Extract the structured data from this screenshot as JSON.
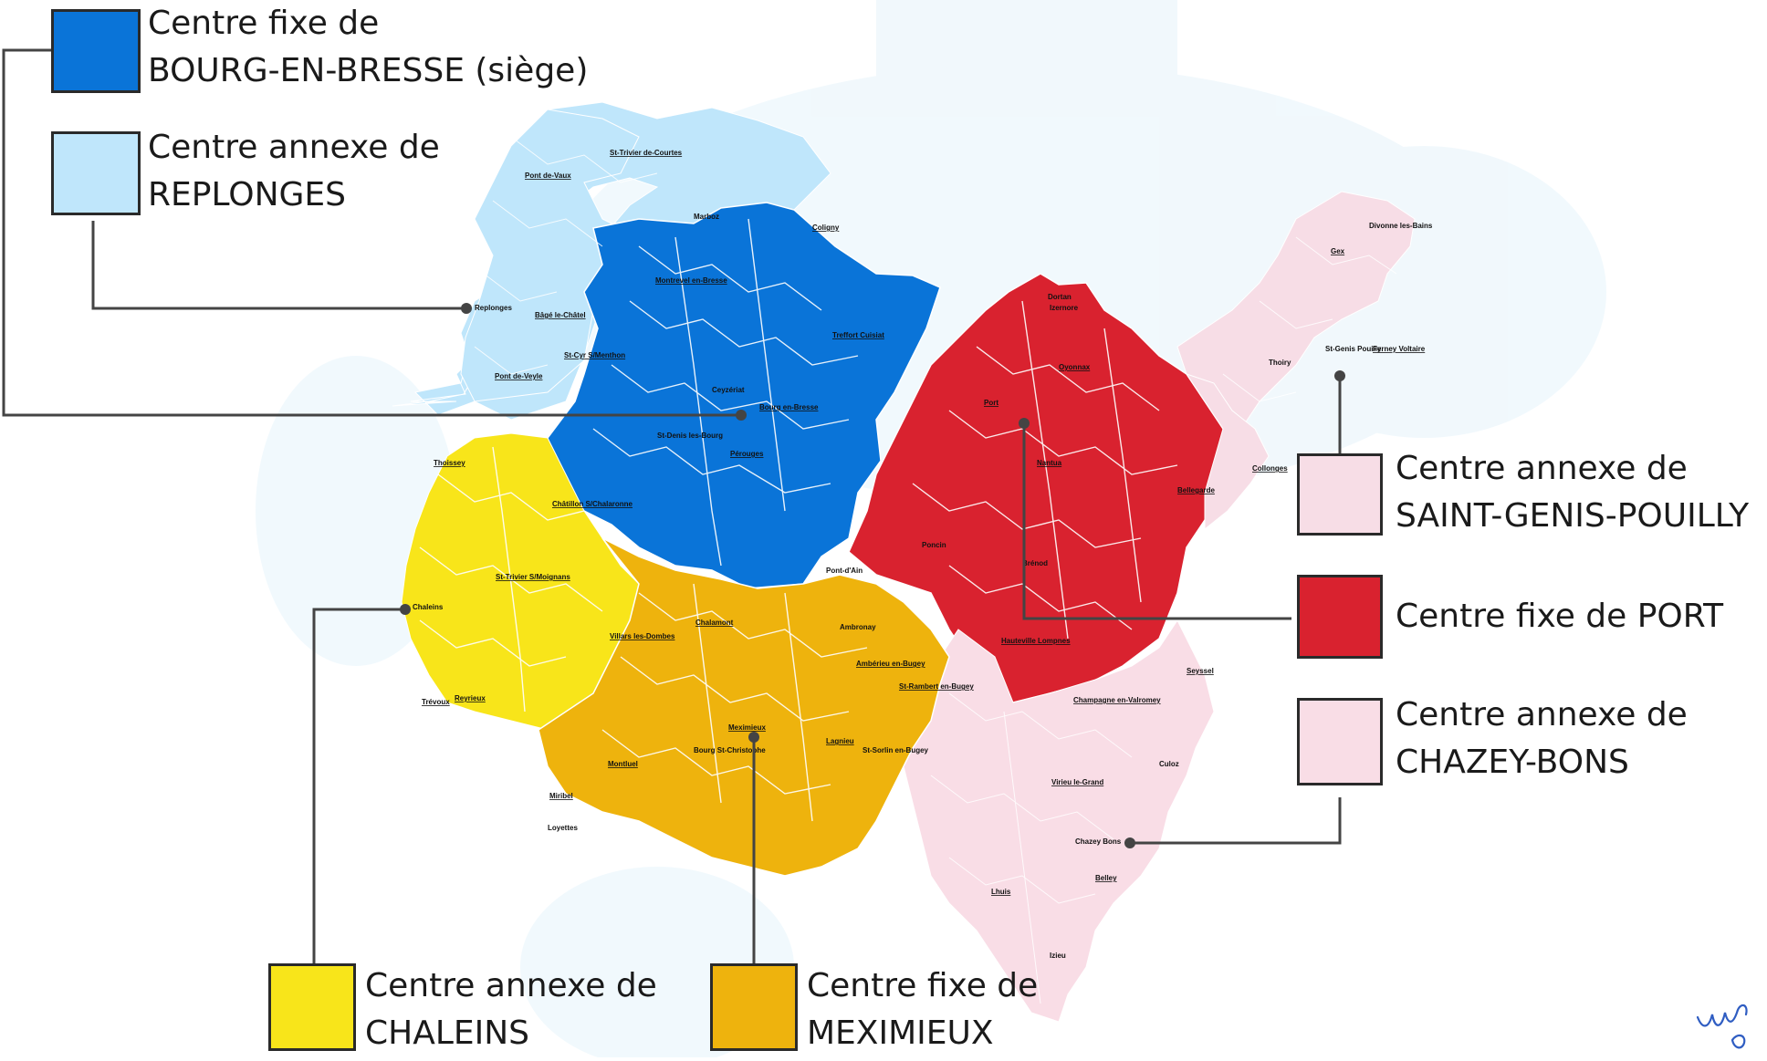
{
  "colors": {
    "bourg": "#0a74d8",
    "replonges": "#bfe6fb",
    "port": "#d9222f",
    "saint_genis": "#f7dde6",
    "chazey": "#f9dde6",
    "chaleins": "#f8e51a",
    "meximieux": "#eeb30d",
    "bg_wash": "#e6f4fb",
    "leader": "#444444"
  },
  "legend": {
    "bourg": {
      "line1": "Centre fixe de",
      "line2": "BOURG-EN-BRESSE (siège)"
    },
    "replonges": {
      "line1": "Centre annexe de",
      "line2": "REPLONGES"
    },
    "saint_genis": {
      "line1": "Centre annexe de",
      "line2": "SAINT-GENIS-POUILLY"
    },
    "port": {
      "line1": "Centre fixe de PORT"
    },
    "chazey": {
      "line1": "Centre annexe de",
      "line2": "CHAZEY-BONS"
    },
    "chaleins": {
      "line1": "Centre annexe de",
      "line2": "CHALEINS"
    },
    "meximieux": {
      "line1": "Centre fixe de",
      "line2": "MEXIMIEUX"
    }
  },
  "map_labels": {
    "bourg": "Bourg en-Bresse",
    "replonges": "Replonges",
    "port": "Port",
    "saint_genis": "St-Genis Pouilly",
    "chazey": "Chazey Bons",
    "chaleins": "Chaleins",
    "meximieux": "Meximieux",
    "gex": "Gex",
    "ferney": "Ferney Voltaire",
    "divonne": "Divonne les-Bains",
    "collonges": "Collonges",
    "oyonnax": "Oyonnax",
    "nantua": "Nantua",
    "belley": "Belley",
    "ambronay": "Ambronay",
    "pont_de_vaux": "Pont de-Vaux",
    "st_trivier_courtes": "St-Trivier de-Courtes",
    "montrevel": "Montrevel en-Bresse",
    "coligny": "Coligny",
    "treffort": "Treffort Cuisiat",
    "pont_de_veyle": "Pont de-Veyle",
    "bage": "Bâgé le-Châtel",
    "st_cyr": "St-Cyr S/Menthon",
    "thoissey": "Thoissey",
    "chatillon": "Châtillon S/Chalaronne",
    "st_trivier_moignans": "St-Trivier S/Moignans",
    "villars": "Villars les-Dombes",
    "chalamont": "Chalamont",
    "trevoux": "Trévoux",
    "reyrieux": "Reyrieux",
    "montluel": "Montluel",
    "miribel": "Miribel",
    "lagnieu": "Lagnieu",
    "amberieu": "Ambérieu en-Bugey",
    "st_rambert": "St-Rambert en-Bugey",
    "champagne": "Champagne en-Valromey",
    "virieu": "Virieu le-Grand",
    "hauteville": "Hauteville Lompnes",
    "lhuis": "Lhuis",
    "seyssel": "Seyssel",
    "izernore": "Izernore",
    "ceyzeriat": "Ceyzériat",
    "marboz": "Marboz",
    "pont_d_ain": "Pont-d'Ain",
    "poncin": "Poncin",
    "brenod": "Brénod",
    "lamagnieu_cote": "Pérouges",
    "st_denis": "St-Denis les-Bourg",
    "thoiry": "Thoiry",
    "bellegarde": "Bellegarde",
    "dortan": "Dortan",
    "izieu": "Izieu",
    "culoz": "Culoz",
    "saint_sorlin": "St-Sorlin en-Bugey",
    "bourg_st_christophe": "Bourg St-Christophe",
    "loyettes": "Loyettes"
  },
  "signature": "ut"
}
